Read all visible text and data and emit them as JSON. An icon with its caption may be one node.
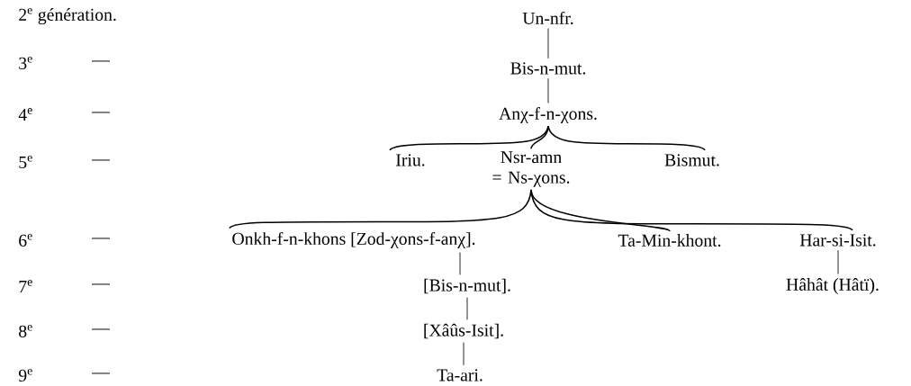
{
  "diagram": {
    "nodes": [
      {
        "text": [
          "Un-nfr."
        ]
      },
      {
        "text": [
          "Bis-n-mut."
        ]
      },
      {
        "text": [
          "Anχ-f-n-χons."
        ]
      },
      {
        "text": [
          "Iriu."
        ]
      },
      {
        "text": [
          "Nsr-amn = Ns-χons."
        ]
      },
      {
        "text": [
          "Bismut."
        ]
      },
      {
        "text": [
          "Onkh-f-n-khons [Zod-χons-f-anχ]."
        ]
      },
      {
        "text": [
          "Ta-Min-khont."
        ]
      },
      {
        "text": [
          "Har-si-Isit."
        ]
      },
      {
        "text": [
          "[Bis-n-mut]."
        ]
      },
      {
        "text": [
          "Hâhât (Hâtï)."
        ]
      },
      {
        "text": [
          "[Xâûs-Isit]."
        ]
      },
      {
        "text": [
          "Ta-ari."
        ]
      }
    ],
    "edges": [
      {
        "from": 0,
        "to": 1,
        "arrow": "none"
      },
      {
        "from": 1,
        "to": 2,
        "arrow": "none"
      },
      {
        "from": 2,
        "to": 3,
        "arrow": "none"
      },
      {
        "from": 2,
        "to": 4,
        "arrow": "none"
      },
      {
        "from": 2,
        "to": 5,
        "arrow": "none"
      },
      {
        "from": 4,
        "to": 6,
        "arrow": "none"
      },
      {
        "from": 4,
        "to": 7,
        "arrow": "none"
      },
      {
        "from": 4,
        "to": 8,
        "arrow": "none"
      },
      {
        "from": 6,
        "to": 9,
        "arrow": "none"
      },
      {
        "from": 8,
        "to": 10,
        "arrow": "none"
      },
      {
        "from": 9,
        "to": 11,
        "arrow": "none"
      },
      {
        "from": 11,
        "to": 12,
        "arrow": "none"
      }
    ],
    "labels": [
      "2$^{e}$ génération.",
      "3$^{e}$",
      "—",
      "4$^{e}$",
      "—",
      "5$^{e}$",
      "—",
      "6$^{e}$",
      "—",
      "7$^{e}$",
      "—",
      "8$^{e}$",
      "—",
      "9$^{e}$",
      "—"
    ]
  }
}
